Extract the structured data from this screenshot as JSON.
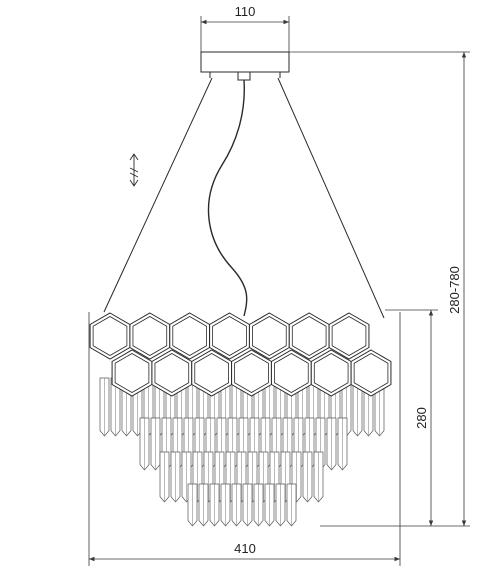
{
  "dimensions": {
    "canopy_width": "110",
    "total_width": "410",
    "body_height": "280",
    "total_height": "280-780"
  },
  "icons": {
    "adjustable": "height-adjust-icon"
  },
  "colors": {
    "line": "#2a2a2a",
    "dim": "#3a3a3a",
    "crystal": "#6b6b6b"
  }
}
